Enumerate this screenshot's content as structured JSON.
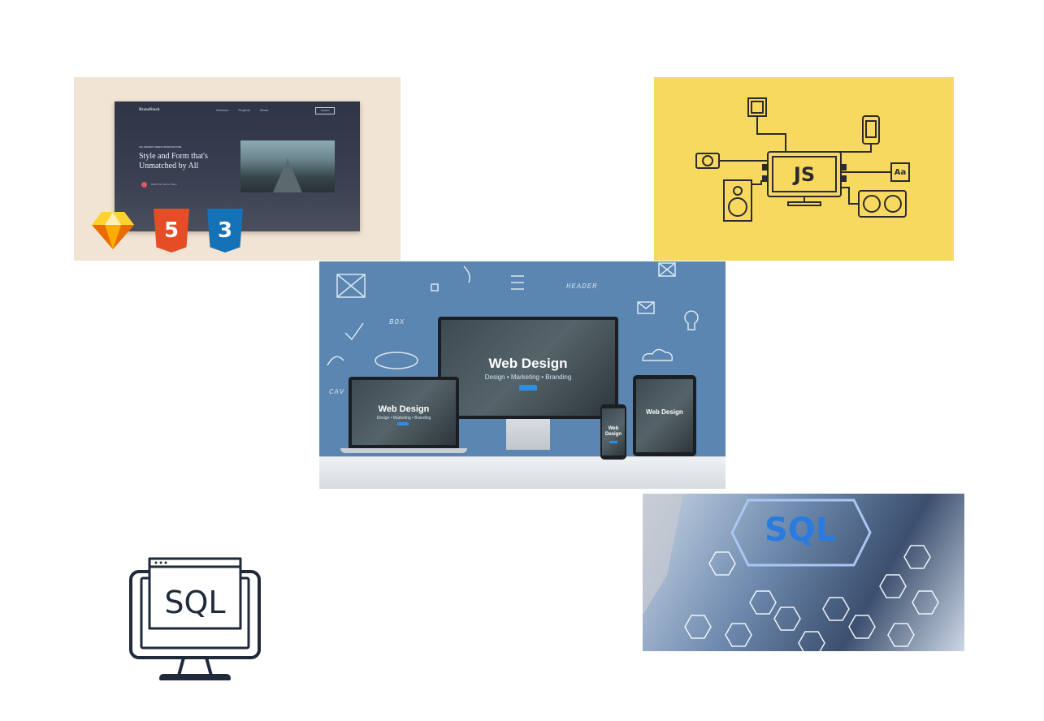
{
  "tiles": {
    "web_mockup": {
      "brand": "BrandStack",
      "nav": [
        "Services",
        "Projects",
        "About"
      ],
      "cta": "Contact",
      "kicker": "AN AWARD VIDEO PRODUCTION",
      "headline": "Style and Form that's Unmatched by All",
      "watch": "Watch Our Demo Video",
      "logos": [
        "sketch-icon",
        "html5-icon",
        "css3-icon"
      ],
      "html5_label": "5",
      "css3_label": "3",
      "colors": {
        "background": "#f2e4d4",
        "html5": "#e44d26",
        "css3": "#1572b6",
        "sketch": "#f7b500"
      }
    },
    "js_devices": {
      "label": "JS",
      "font_label": "Aa",
      "colors": {
        "background": "#f7d95f",
        "stroke": "#2b2b2b"
      }
    },
    "web_design": {
      "monitor_title": "Web Design",
      "monitor_subtitle": "Design • Marketing • Branding",
      "laptop_title": "Web Design",
      "laptop_subtitle": "Design • Marketing • Branding",
      "tablet_title": "Web Design",
      "phone_title": "Web Design",
      "sketch_labels": [
        "HEADER",
        "BOX",
        "CAV"
      ],
      "colors": {
        "background": "#5a86b1",
        "button": "#2e8fe0"
      }
    },
    "sql_icon": {
      "label": "SQL",
      "colors": {
        "stroke": "#1f2a3a"
      }
    },
    "sql_banner": {
      "label": "SQL",
      "colors": {
        "text": "#2a7be0"
      }
    }
  }
}
